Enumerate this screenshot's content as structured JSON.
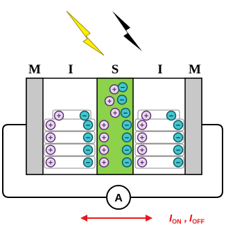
{
  "labels": {
    "metal_left": "M",
    "insulator_left": "I",
    "semiconductor": "S",
    "insulator_right": "I",
    "metal_right": "M"
  },
  "ammeter": "A",
  "current": {
    "on_main": "I",
    "on_sub": "ON",
    "separator": " ,",
    "off_main": "I",
    "off_sub": "OFF"
  },
  "charges": {
    "positive": "+",
    "negative": "−"
  },
  "colors": {
    "metal": "#c8c8c8",
    "semiconductor": "#8cd24a",
    "positive_fill": "#ead9f0",
    "positive_ring": "#5c2f72",
    "negative_fill": "#43c6cf",
    "negative_ring": "#0f5860",
    "light_flash": "#ffef00",
    "dark_flash": "#000000",
    "current_arrow": "#e8171c"
  }
}
